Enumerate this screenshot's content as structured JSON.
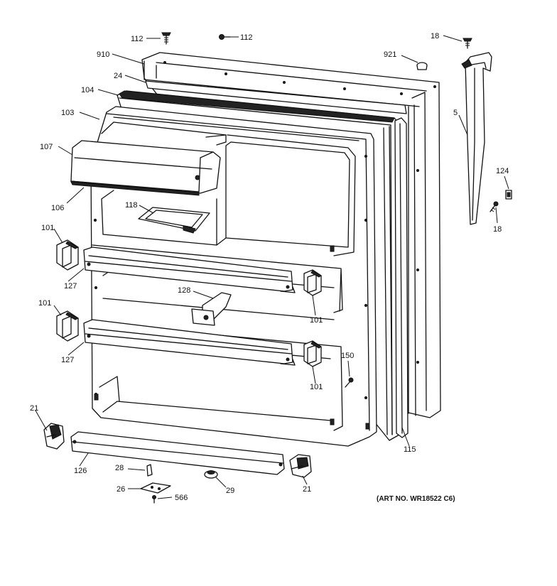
{
  "art_number": "(ART NO. WR18522 C6)",
  "callouts": [
    {
      "id": "c112a",
      "text": "112"
    },
    {
      "id": "c112b",
      "text": "112"
    },
    {
      "id": "c18a",
      "text": "18"
    },
    {
      "id": "c910",
      "text": "910"
    },
    {
      "id": "c921",
      "text": "921"
    },
    {
      "id": "c24",
      "text": "24"
    },
    {
      "id": "c104",
      "text": "104"
    },
    {
      "id": "c103",
      "text": "103"
    },
    {
      "id": "c5",
      "text": "5"
    },
    {
      "id": "c107",
      "text": "107"
    },
    {
      "id": "c124",
      "text": "124"
    },
    {
      "id": "c18b",
      "text": "18"
    },
    {
      "id": "c118",
      "text": "118"
    },
    {
      "id": "c106",
      "text": "106"
    },
    {
      "id": "c101a",
      "text": "101"
    },
    {
      "id": "c127a",
      "text": "127"
    },
    {
      "id": "c128",
      "text": "128"
    },
    {
      "id": "c101b",
      "text": "101"
    },
    {
      "id": "c101c",
      "text": "101"
    },
    {
      "id": "c127b",
      "text": "127"
    },
    {
      "id": "c150",
      "text": "150"
    },
    {
      "id": "c101d",
      "text": "101"
    },
    {
      "id": "c21a",
      "text": "21"
    },
    {
      "id": "c115",
      "text": "115"
    },
    {
      "id": "c126",
      "text": "126"
    },
    {
      "id": "c28",
      "text": "28"
    },
    {
      "id": "c21b",
      "text": "21"
    },
    {
      "id": "c26",
      "text": "26"
    },
    {
      "id": "c29",
      "text": "29"
    },
    {
      "id": "c566",
      "text": "566"
    }
  ]
}
